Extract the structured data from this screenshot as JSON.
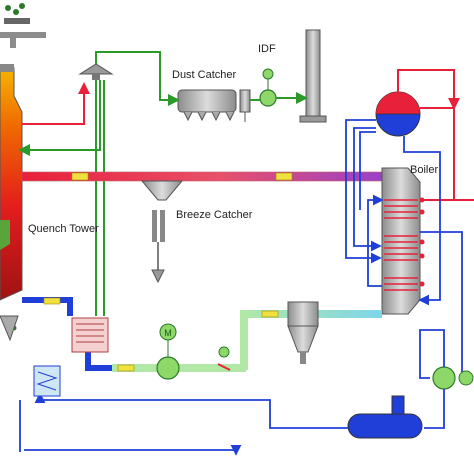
{
  "labels": {
    "idf": "IDF",
    "dust_catcher": "Dust Catcher",
    "quench_tower": "Quench Tower",
    "breeze_catcher": "Breeze Catcher",
    "boiler": "Boiler"
  },
  "pump_symbol": "M",
  "colors": {
    "hot_gas": "#e8203a",
    "warm_gas": "#c874c8",
    "cool_gas": "#7ed6ea",
    "dust_line": "#2a9a2a",
    "water_line": "#1f3fd8",
    "drum_water": "#1f3fd8",
    "drum_steam": "#e8203a",
    "equipment_gray": "#b4b4b4",
    "flow_arrow": "#f0e040"
  },
  "icons": [
    "flow-arrow-icon",
    "motor-icon",
    "valve-icon",
    "heat-exchanger-icon",
    "cyclone-icon",
    "chimney-icon"
  ]
}
